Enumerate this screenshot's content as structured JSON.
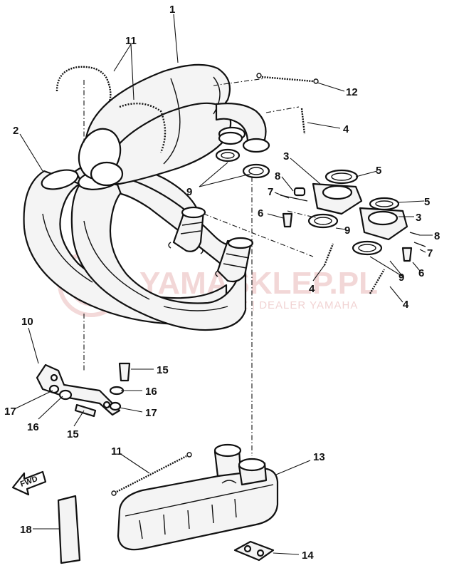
{
  "callouts": {
    "c1": "1",
    "c2": "2",
    "c3a": "3",
    "c3b": "3",
    "c4a": "4",
    "c4b": "4",
    "c4c": "4",
    "c5a": "5",
    "c5b": "5",
    "c6a": "6",
    "c6b": "6",
    "c7a": "7",
    "c7b": "7",
    "c8a": "8",
    "c8b": "8",
    "c9a": "9",
    "c9b": "9",
    "c9c": "9",
    "c10": "10",
    "c11a": "11",
    "c11b": "11",
    "c12": "12",
    "c13": "13",
    "c14": "14",
    "c15a": "15",
    "c15b": "15",
    "c16a": "16",
    "c16b": "16",
    "c17a": "17",
    "c17b": "17",
    "c18": "18"
  },
  "fwd_label": "FWD",
  "watermark": {
    "brand": "YAMASKLEP.PL",
    "subtitle": "WOJCIECHOWICZ | DEALER YAMAHA"
  }
}
